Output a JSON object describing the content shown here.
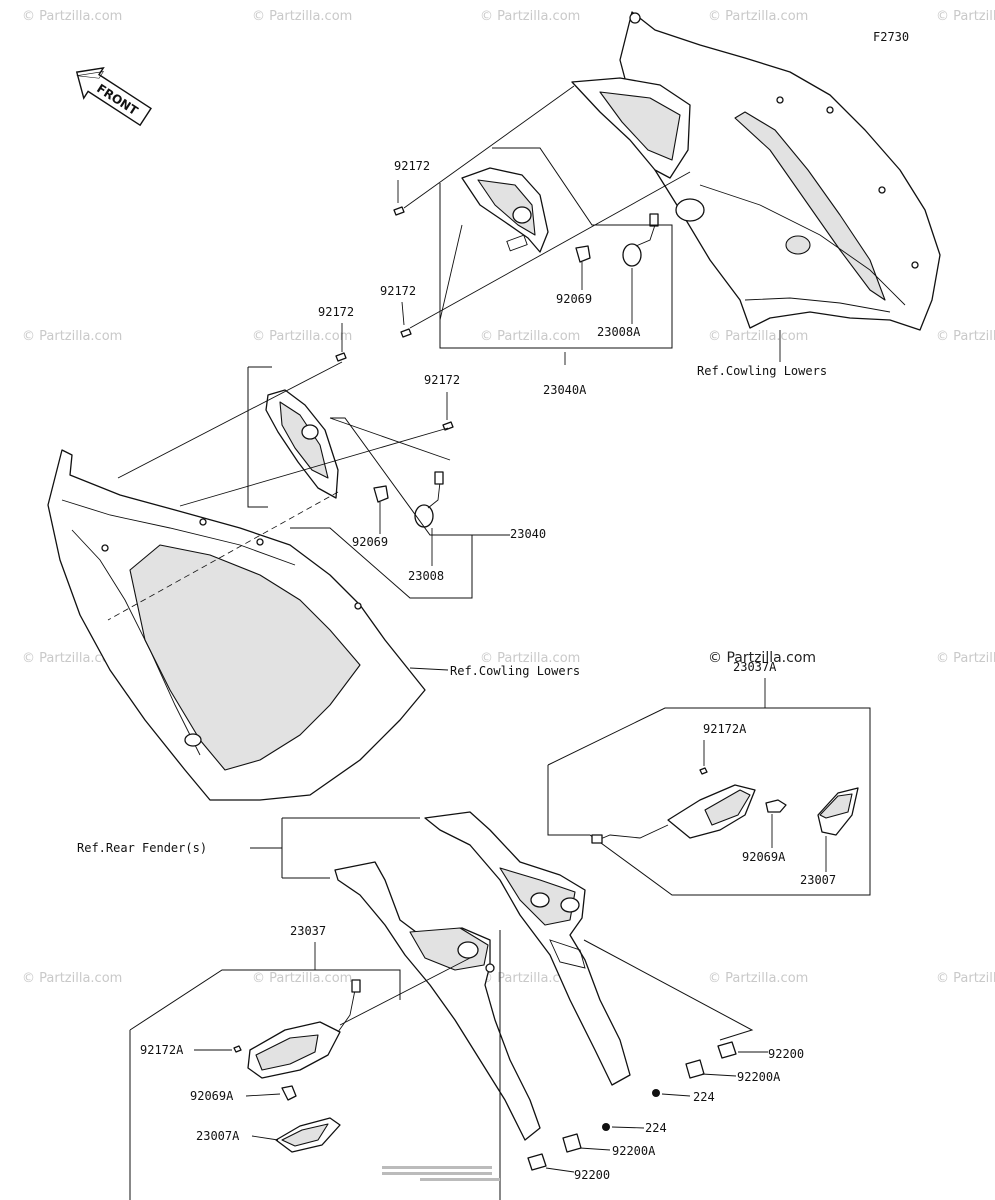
{
  "diagram_id": "F2730",
  "front_label": "FRONT",
  "watermark": "© Partzilla.com",
  "watermark_center": "© Partzilla.com",
  "labels": {
    "p92172_a": "92172",
    "p92172_b": "92172",
    "p92172_c": "92172",
    "p92172_d": "92172",
    "p92069_top": "92069",
    "p23008A": "23008A",
    "p23040A": "23040A",
    "ref_cowling_top": "Ref.Cowling Lowers",
    "p92069_mid": "92069",
    "p23008": "23008",
    "p23040": "23040",
    "ref_cowling_mid": "Ref.Cowling Lowers",
    "p23037A": "23037A",
    "p92172A_right": "92172A",
    "p92069A_right": "92069A",
    "p23007": "23007",
    "ref_rear_fender": "Ref.Rear Fender(s)",
    "p23037": "23037",
    "p92172A_left": "92172A",
    "p92069A_left": "92069A",
    "p23007A": "23007A",
    "p92200_top": "92200",
    "p92200A_top": "92200A",
    "p224_top": "224",
    "p224_bottom": "224",
    "p92200A_bottom": "92200A",
    "p92200_bottom": "92200"
  }
}
